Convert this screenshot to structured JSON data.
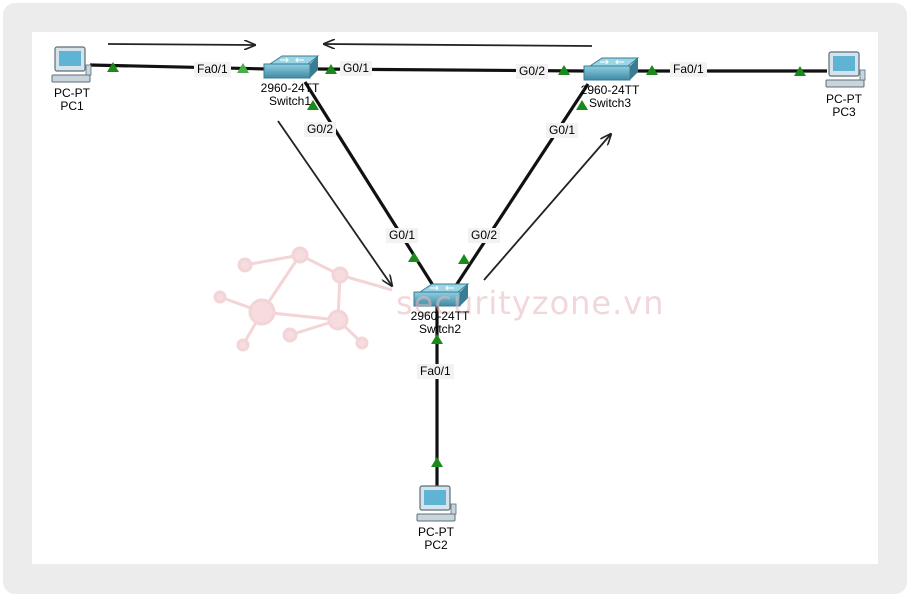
{
  "devices": {
    "pc1": {
      "model": "PC-PT",
      "name": "PC1"
    },
    "pc2": {
      "model": "PC-PT",
      "name": "PC2"
    },
    "pc3": {
      "model": "PC-PT",
      "name": "PC3"
    },
    "switch1": {
      "model": "2960-24TT",
      "name": "Switch1"
    },
    "switch2": {
      "model": "2960-24TT",
      "name": "Switch2"
    },
    "switch3": {
      "model": "2960-24TT",
      "name": "Switch3"
    }
  },
  "ports": {
    "pc1_sw1": "Fa0/1",
    "sw1_sw3_a": "G0/1",
    "sw1_sw3_b": "G0/2",
    "sw3_pc3": "Fa0/1",
    "sw1_sw2_a": "G0/2",
    "sw1_sw2_b": "G0/1",
    "sw3_sw2_a": "G0/1",
    "sw3_sw2_b": "G0/2",
    "sw2_pc2": "Fa0/1"
  },
  "watermark": "securityzone.vn",
  "colors": {
    "link": "#111111",
    "up_indicator": "#1a8a1a",
    "switch": "#4a9bb5",
    "watermark": "#e8b8bd"
  }
}
